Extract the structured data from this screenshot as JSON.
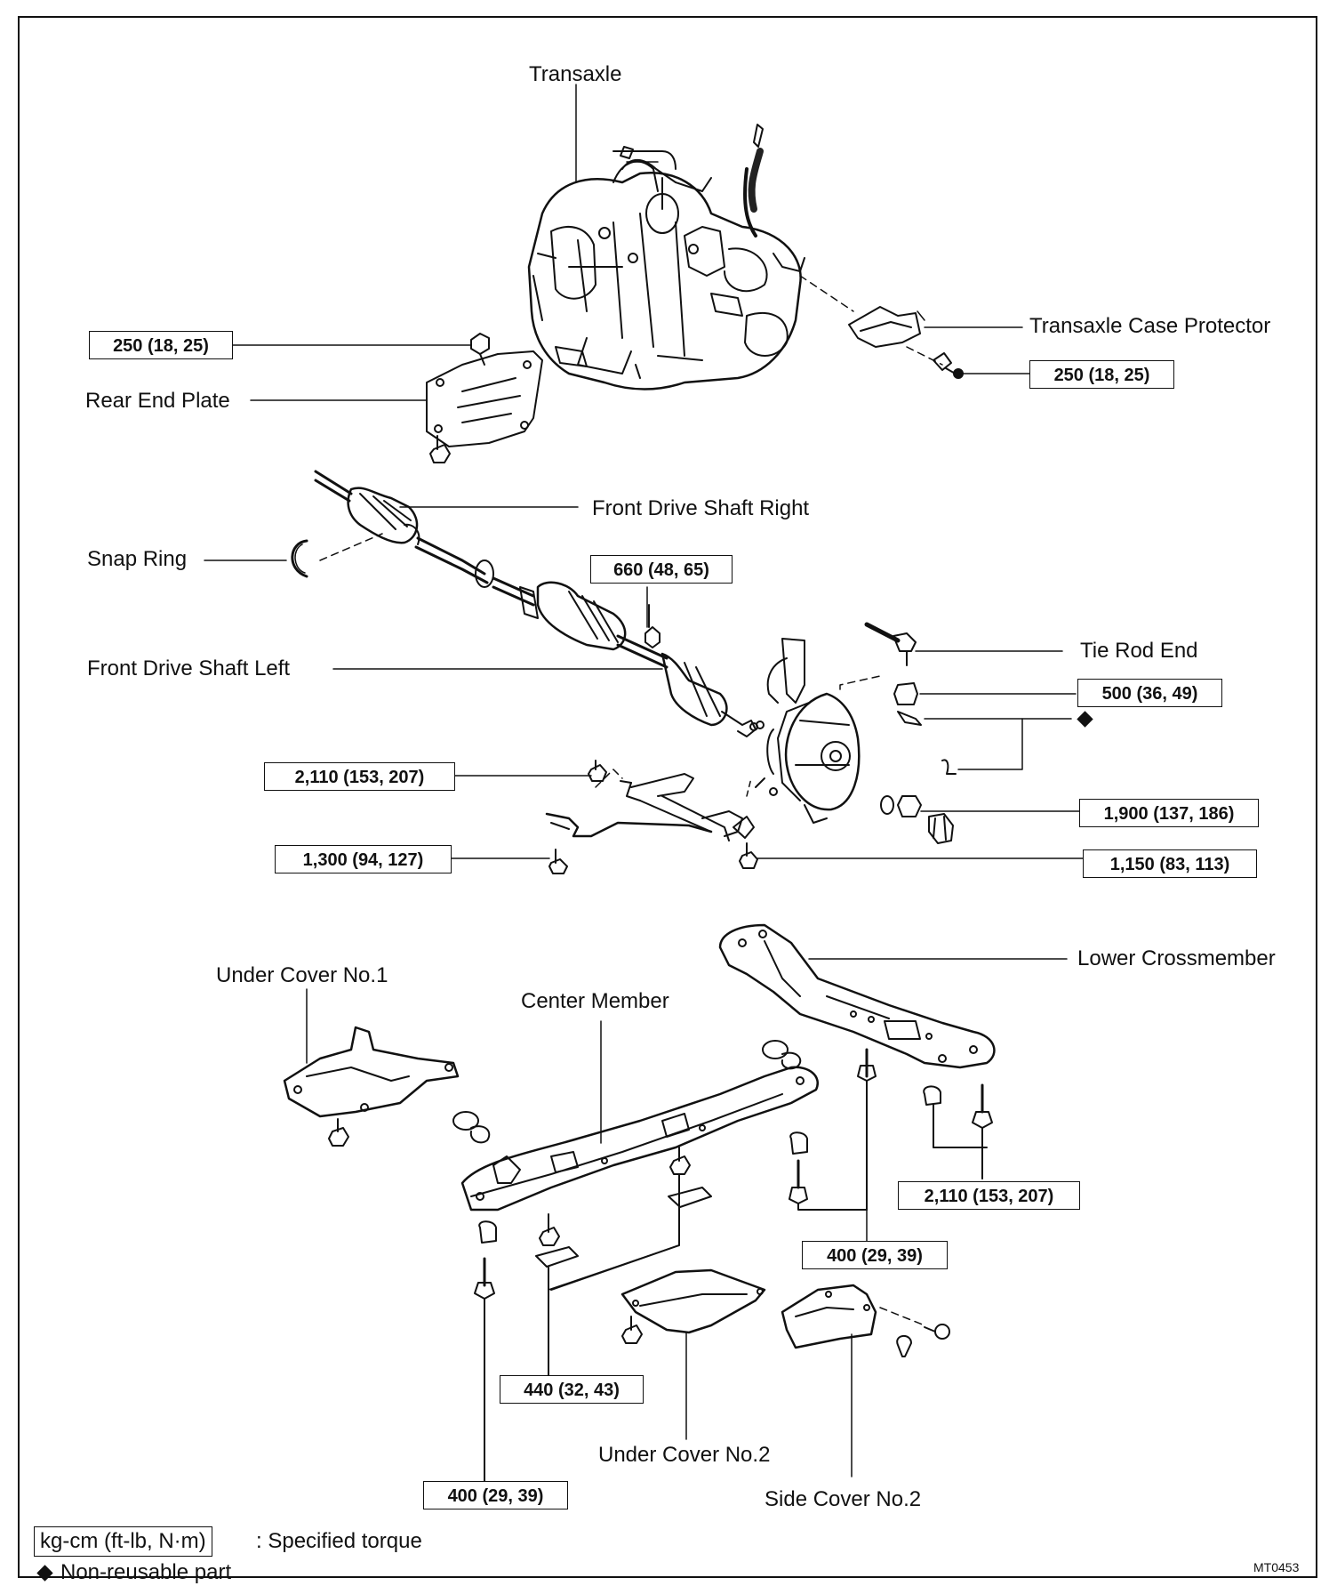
{
  "parts": {
    "transaxle": "Transaxle",
    "transaxle_case_protector": "Transaxle Case Protector",
    "rear_end_plate": "Rear End Plate",
    "front_drive_shaft_right": "Front Drive Shaft Right",
    "snap_ring": "Snap Ring",
    "front_drive_shaft_left": "Front Drive Shaft Left",
    "tie_rod_end": "Tie Rod End",
    "lower_crossmember": "Lower Crossmember",
    "under_cover_no1": "Under Cover No.1",
    "center_member": "Center Member",
    "under_cover_no2": "Under Cover No.2",
    "side_cover_no2": "Side Cover No.2"
  },
  "torques": {
    "rear_end_plate_bolt": "250 (18, 25)",
    "case_protector_bolt": "250 (18, 25)",
    "drive_shaft_bolt": "660 (48, 65)",
    "tie_rod_nut": "500 (36, 49)",
    "arm_bolt_upper": "2,110 (153, 207)",
    "axle_nut": "1,900 (137, 186)",
    "stabilizer_bolt": "1,300 (94, 127)",
    "ball_joint_bolt": "1,150 (83, 113)",
    "crossmember_bolt": "2,110 (153, 207)",
    "center_member_rear_bolt": "400 (29, 39)",
    "center_member_mid_bolt": "440 (32, 43)",
    "center_member_front_bolt": "400 (29, 39)"
  },
  "legend": {
    "torque_units": "kg-cm (ft-lb, N·m)",
    "torque_desc": ": Specified torque",
    "non_reusable": "Non-reusable part"
  },
  "figure_code": "MT0453"
}
